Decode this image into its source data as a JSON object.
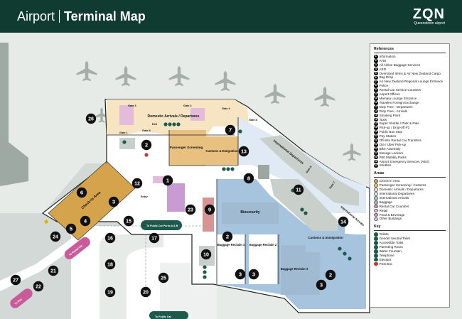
{
  "header": {
    "title_light": "Airport",
    "title_bold": "Terminal Map",
    "logo_mark": "ZQN",
    "logo_sub": "Queenstown airport"
  },
  "colors": {
    "header_bg": "#0f3b30",
    "checkin": "#d6a34d",
    "screening": "#e8c07f",
    "domestic": "#f6e4c3",
    "international_departures": "#dfeaf4",
    "international_arrivals": "#a6c4dd",
    "baggage": "#9fbad1",
    "rental": "#d99393",
    "retail": "#e2bcd9",
    "food": "#c99bd3",
    "other": "#c9d0cc",
    "aircraft": "#a6aea9",
    "landside": "#d3d9d6"
  },
  "legend": {
    "references_title": "References",
    "references": [
      {
        "n": "1",
        "label": "Information"
      },
      {
        "n": "2",
        "label": "ATM"
      },
      {
        "n": "3",
        "label": "All Airline Baggage Services"
      },
      {
        "n": "4",
        "label": "AED"
      },
      {
        "n": "5",
        "label": "Oversized Items & Air New Zealand Cargo"
      },
      {
        "n": "6",
        "label": "Bag Drop"
      },
      {
        "n": "7",
        "label": "Air New Zealand Regional Lounge Entrance"
      },
      {
        "n": "8",
        "label": "Police"
      },
      {
        "n": "9",
        "label": "Rental Car Service Counters"
      },
      {
        "n": "10",
        "label": "Airport Offices"
      },
      {
        "n": "11",
        "label": "Mamaia Lounge Entrance"
      },
      {
        "n": "12",
        "label": "Travelex Foreign Exchange"
      },
      {
        "n": "13",
        "label": "Duty Free - Departures"
      },
      {
        "n": "14",
        "label": "Duty Free - Arrivals"
      },
      {
        "n": "15",
        "label": "Smoking Point"
      },
      {
        "n": "16",
        "label": "Taxis"
      },
      {
        "n": "17",
        "label": "Super Shuttle / Park & Ride"
      },
      {
        "n": "18",
        "label": "Pick-up / Drop-off P2"
      },
      {
        "n": "19",
        "label": "Public Bus Stop"
      },
      {
        "n": "20",
        "label": "Pay Station"
      },
      {
        "n": "21",
        "label": "Off-Site Rental Car Transfers"
      },
      {
        "n": "22",
        "label": "Ola / Uber Pick-up"
      },
      {
        "n": "23",
        "label": "Bike Assembly"
      },
      {
        "n": "24",
        "label": "Storage Lockers"
      },
      {
        "n": "25",
        "label": "P60 Mobility Parks"
      },
      {
        "n": "26",
        "label": "Airport Emergency Services (AES)"
      },
      {
        "n": "27",
        "label": "Shuttles"
      }
    ],
    "areas_title": "Areas",
    "areas": [
      {
        "label": "Check-in Area",
        "color": "#d6a34d"
      },
      {
        "label": "Passenger Screening / Customs",
        "color": "#e8c07f"
      },
      {
        "label": "Domestic Arrivals / Departures",
        "color": "#f6e4c3"
      },
      {
        "label": "International Departures",
        "color": "#dfeaf4"
      },
      {
        "label": "International Arrivals",
        "color": "#a6c4dd"
      },
      {
        "label": "Baggage",
        "color": "#9fbad1"
      },
      {
        "label": "Rental Car Counters",
        "color": "#d99393"
      },
      {
        "label": "Retail",
        "color": "#e2bcd9"
      },
      {
        "label": "Food & Beverage",
        "color": "#c99bd3"
      },
      {
        "label": "Other Buildings",
        "color": "#c9d0cc"
      }
    ],
    "key_title": "Key",
    "key": [
      {
        "label": "Toilets",
        "color": "#1d5a4c"
      },
      {
        "label": "Gender Neutral Toilet",
        "color": "#1d5a4c"
      },
      {
        "label": "Accessible Toilet",
        "color": "#1d5a4c"
      },
      {
        "label": "Parenting Room",
        "color": "#1d5a4c"
      },
      {
        "label": "Water Fountain",
        "color": "#1d5a4c"
      },
      {
        "label": "Telephone",
        "color": "#1d5a4c"
      },
      {
        "label": "Elevator",
        "color": "#1d5a4c"
      },
      {
        "label": "Post Box",
        "color": "#c0392b"
      }
    ]
  },
  "map": {
    "labels": {
      "domestic": "Domestic Arrivals / Departures",
      "screening": "Passenger Screening",
      "customs_emigration": "Customs & Emigration",
      "checkin": "Check-in Area",
      "biosecurity": "Biosecurity",
      "customs_immigration": "Customs & Immigration",
      "international_departures": "International Departures",
      "international_arrivals": "International Arrivals",
      "reclaim1": "Baggage Reclaim 1",
      "reclaim2": "Baggage Reclaim 2",
      "reclaim3": "Baggage Reclaim 3",
      "parks_ab": "To Public Car Parks A & B",
      "parks_c": "To Public Car",
      "rental_car": "To Rental Car",
      "bus": "To Bus",
      "gate1": "Gate 1",
      "gate2": "Gate 2",
      "gate3": "Gate 3",
      "gate4": "Gate 4",
      "gate5": "Gate 5",
      "gate6": "Gate 6",
      "gate7": "Gate 7",
      "gate8": "Gate 8",
      "exit": "Exit",
      "entry": "Entry"
    },
    "markers": [
      {
        "n": "1"
      },
      {
        "n": "2"
      },
      {
        "n": "2"
      },
      {
        "n": "2"
      },
      {
        "n": "3"
      },
      {
        "n": "3"
      },
      {
        "n": "3"
      },
      {
        "n": "3"
      },
      {
        "n": "4"
      },
      {
        "n": "5"
      },
      {
        "n": "6"
      },
      {
        "n": "7"
      },
      {
        "n": "8"
      },
      {
        "n": "9"
      },
      {
        "n": "10"
      },
      {
        "n": "11"
      },
      {
        "n": "12"
      },
      {
        "n": "13"
      },
      {
        "n": "14"
      },
      {
        "n": "15"
      },
      {
        "n": "16"
      },
      {
        "n": "17"
      },
      {
        "n": "18"
      },
      {
        "n": "19"
      },
      {
        "n": "20"
      },
      {
        "n": "21"
      },
      {
        "n": "22"
      },
      {
        "n": "23"
      },
      {
        "n": "24"
      },
      {
        "n": "25"
      },
      {
        "n": "26"
      },
      {
        "n": "27"
      }
    ]
  }
}
